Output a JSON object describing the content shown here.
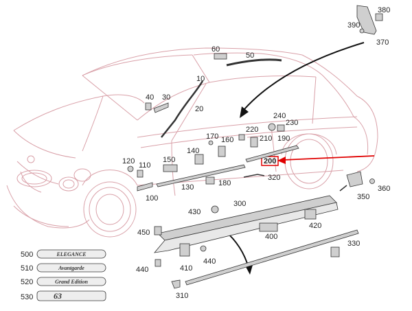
{
  "callouts": [
    {
      "id": "c380",
      "label": "380"
    },
    {
      "id": "c390",
      "label": "390"
    },
    {
      "id": "c370",
      "label": "370"
    },
    {
      "id": "c60",
      "label": "60"
    },
    {
      "id": "c50",
      "label": "50"
    },
    {
      "id": "c10",
      "label": "10"
    },
    {
      "id": "c40",
      "label": "40"
    },
    {
      "id": "c30",
      "label": "30"
    },
    {
      "id": "c20",
      "label": "20"
    },
    {
      "id": "c240",
      "label": "240"
    },
    {
      "id": "c220",
      "label": "220"
    },
    {
      "id": "c230",
      "label": "230"
    },
    {
      "id": "c170",
      "label": "170"
    },
    {
      "id": "c160",
      "label": "160"
    },
    {
      "id": "c210",
      "label": "210"
    },
    {
      "id": "c190",
      "label": "190"
    },
    {
      "id": "c140",
      "label": "140"
    },
    {
      "id": "c150",
      "label": "150"
    },
    {
      "id": "c120",
      "label": "120"
    },
    {
      "id": "c110",
      "label": "110"
    },
    {
      "id": "c200",
      "label": "200"
    },
    {
      "id": "c320",
      "label": "320"
    },
    {
      "id": "c130",
      "label": "130"
    },
    {
      "id": "c180",
      "label": "180"
    },
    {
      "id": "c100",
      "label": "100"
    },
    {
      "id": "c360",
      "label": "360"
    },
    {
      "id": "c350",
      "label": "350"
    },
    {
      "id": "c300",
      "label": "300"
    },
    {
      "id": "c430",
      "label": "430"
    },
    {
      "id": "c420",
      "label": "420"
    },
    {
      "id": "c450",
      "label": "450"
    },
    {
      "id": "c400",
      "label": "400"
    },
    {
      "id": "c330",
      "label": "330"
    },
    {
      "id": "c440",
      "label": "440"
    },
    {
      "id": "c410",
      "label": "410"
    },
    {
      "id": "c440b",
      "label": "440"
    },
    {
      "id": "c310",
      "label": "310"
    },
    {
      "id": "c500",
      "label": "500"
    },
    {
      "id": "c510",
      "label": "510"
    },
    {
      "id": "c520",
      "label": "520"
    },
    {
      "id": "c530",
      "label": "530"
    }
  ],
  "badges": {
    "b500": "ELEGANCE",
    "b510": "Avantgarde",
    "b520": "Grand Edition",
    "b530": "63"
  },
  "colors": {
    "car_outline": "#d9a0a8",
    "highlight": "#e00000",
    "part_stroke": "#444444"
  }
}
